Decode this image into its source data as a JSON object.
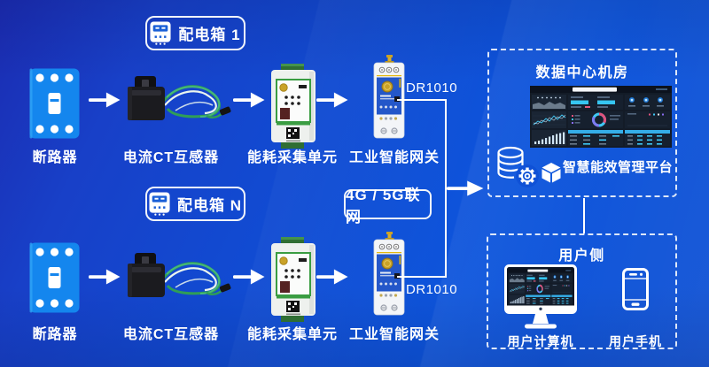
{
  "badges": {
    "box1": "配电箱 1",
    "boxN": "配电箱 N",
    "network": "4G / 5G联网"
  },
  "rows": [
    {
      "breaker_label": "断路器",
      "ct_label": "电流CT互感器",
      "collector_label": "能耗采集单元",
      "gateway_label": "工业智能网关",
      "gateway_model": "DR1010"
    },
    {
      "breaker_label": "断路器",
      "ct_label": "电流CT互感器",
      "collector_label": "能耗采集单元",
      "gateway_label": "工业智能网关",
      "gateway_model": "DR1010"
    }
  ],
  "datacenter": {
    "title": "数据中心机房",
    "platform_label": "智慧能效管理平台"
  },
  "user_side": {
    "title": "用户侧",
    "computer_label": "用户计算机",
    "phone_label": "用户手机"
  },
  "icons": {
    "meter-icon": "electric meter glyph in distribution-box badges",
    "arrow-icon": "white right arrow connector",
    "database-icon": "database cylinder outline",
    "gear-icon": "gear overlapping database",
    "cube-icon": "isometric cube",
    "monitor-icon": "desktop computer with dashboard",
    "phone-icon": "smartphone outline",
    "dashboard-screen": "dark analytics dashboard screenshot"
  },
  "colors": {
    "background_top": "#1b2cb2",
    "background_right": "#0d55dc",
    "breaker_blue": "#1486ee",
    "device_green": "#3a9d42",
    "terminal_green": "#2f6e33",
    "gateway_panel_blue": "#2457c9",
    "gold": "#c9a227",
    "wire_green": "#2f9e57",
    "dashboard_bg": "#131b27",
    "dashboard_cyan": "#36c6f2",
    "dashboard_pink": "#e0527c",
    "dashboard_header_blue": "#35aee8",
    "line_white": "#ffffff"
  }
}
